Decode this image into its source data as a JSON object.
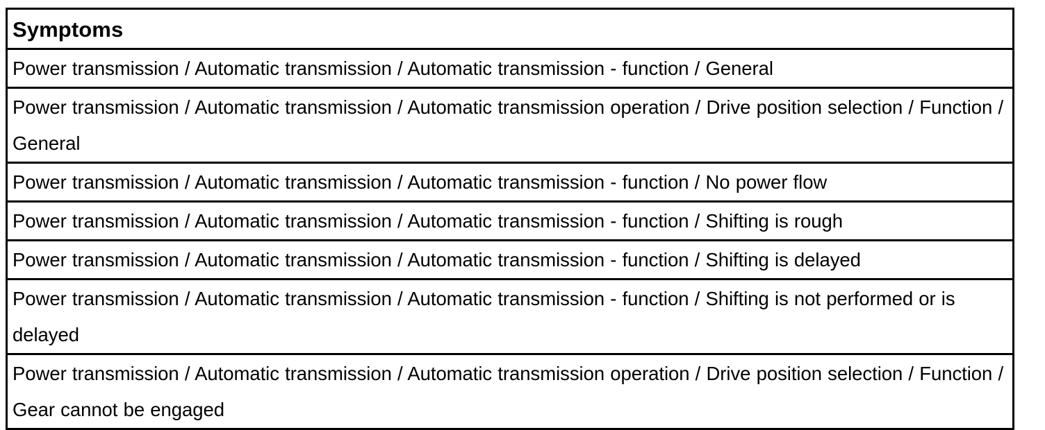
{
  "table": {
    "header": "Symptoms",
    "rows": [
      {
        "text": "Power transmission / Automatic transmission / Automatic transmission - function / General",
        "lines": 1
      },
      {
        "text": "Power transmission / Automatic transmission / Automatic transmission operation / Drive position selection / Function / General",
        "lines": 2
      },
      {
        "text": "Power transmission / Automatic transmission / Automatic transmission - function / No power flow",
        "lines": 1
      },
      {
        "text": "Power transmission / Automatic transmission / Automatic transmission - function / Shifting is rough",
        "lines": 1
      },
      {
        "text": "Power transmission / Automatic transmission / Automatic transmission - function / Shifting is delayed",
        "lines": 1
      },
      {
        "text": "Power transmission / Automatic transmission / Automatic transmission - function / Shifting is not performed or is delayed",
        "lines": 2
      },
      {
        "text": "Power transmission / Automatic transmission / Automatic transmission operation / Drive position selection / Function / Gear cannot be engaged",
        "lines": 2
      }
    ]
  },
  "colors": {
    "border": "#000000",
    "text": "#000000",
    "background": "#ffffff"
  }
}
